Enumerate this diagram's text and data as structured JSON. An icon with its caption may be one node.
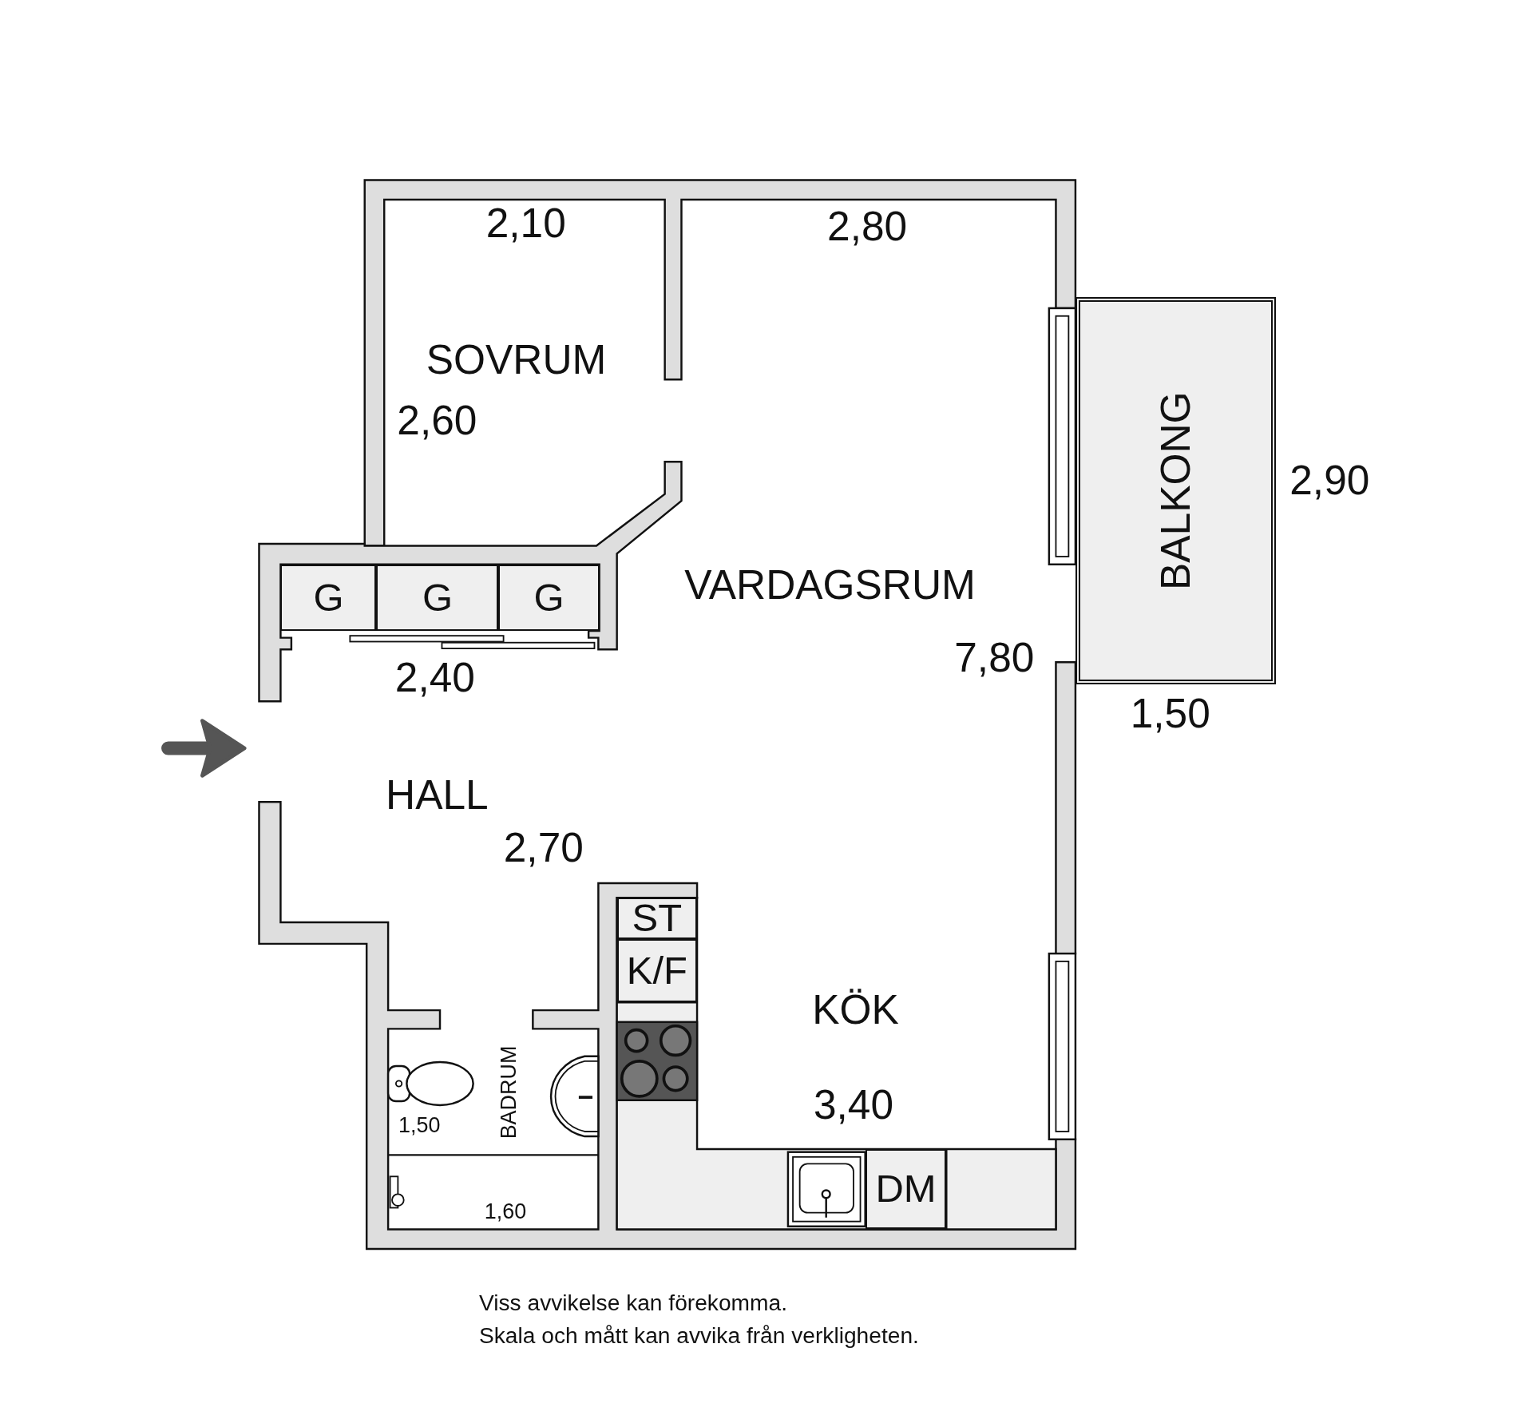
{
  "diagram": {
    "nodes": [
      {
        "text": [
          "G"
        ]
      },
      {
        "text": [
          "G"
        ]
      },
      {
        "text": [
          "G"
        ]
      },
      {
        "text": [
          "ST"
        ]
      },
      {
        "text": [
          "K/F"
        ]
      },
      {
        "text": [
          "DM"
        ]
      },
      {
        "text": [
          "BALKONG"
        ]
      }
    ],
    "labels": [
      "2,10",
      "2,80",
      "SOVRUM",
      "2,60",
      "VARDAGSRUM",
      "7,80",
      "2,90",
      "1,50",
      "2,40",
      "HALL",
      "2,70",
      "KÖK",
      "BADRUM",
      "1,50",
      "3,40",
      "1,60",
      "Viss avvikelse kan förekomma.",
      "Skala och mått kan avvika från verkligheten."
    ]
  }
}
